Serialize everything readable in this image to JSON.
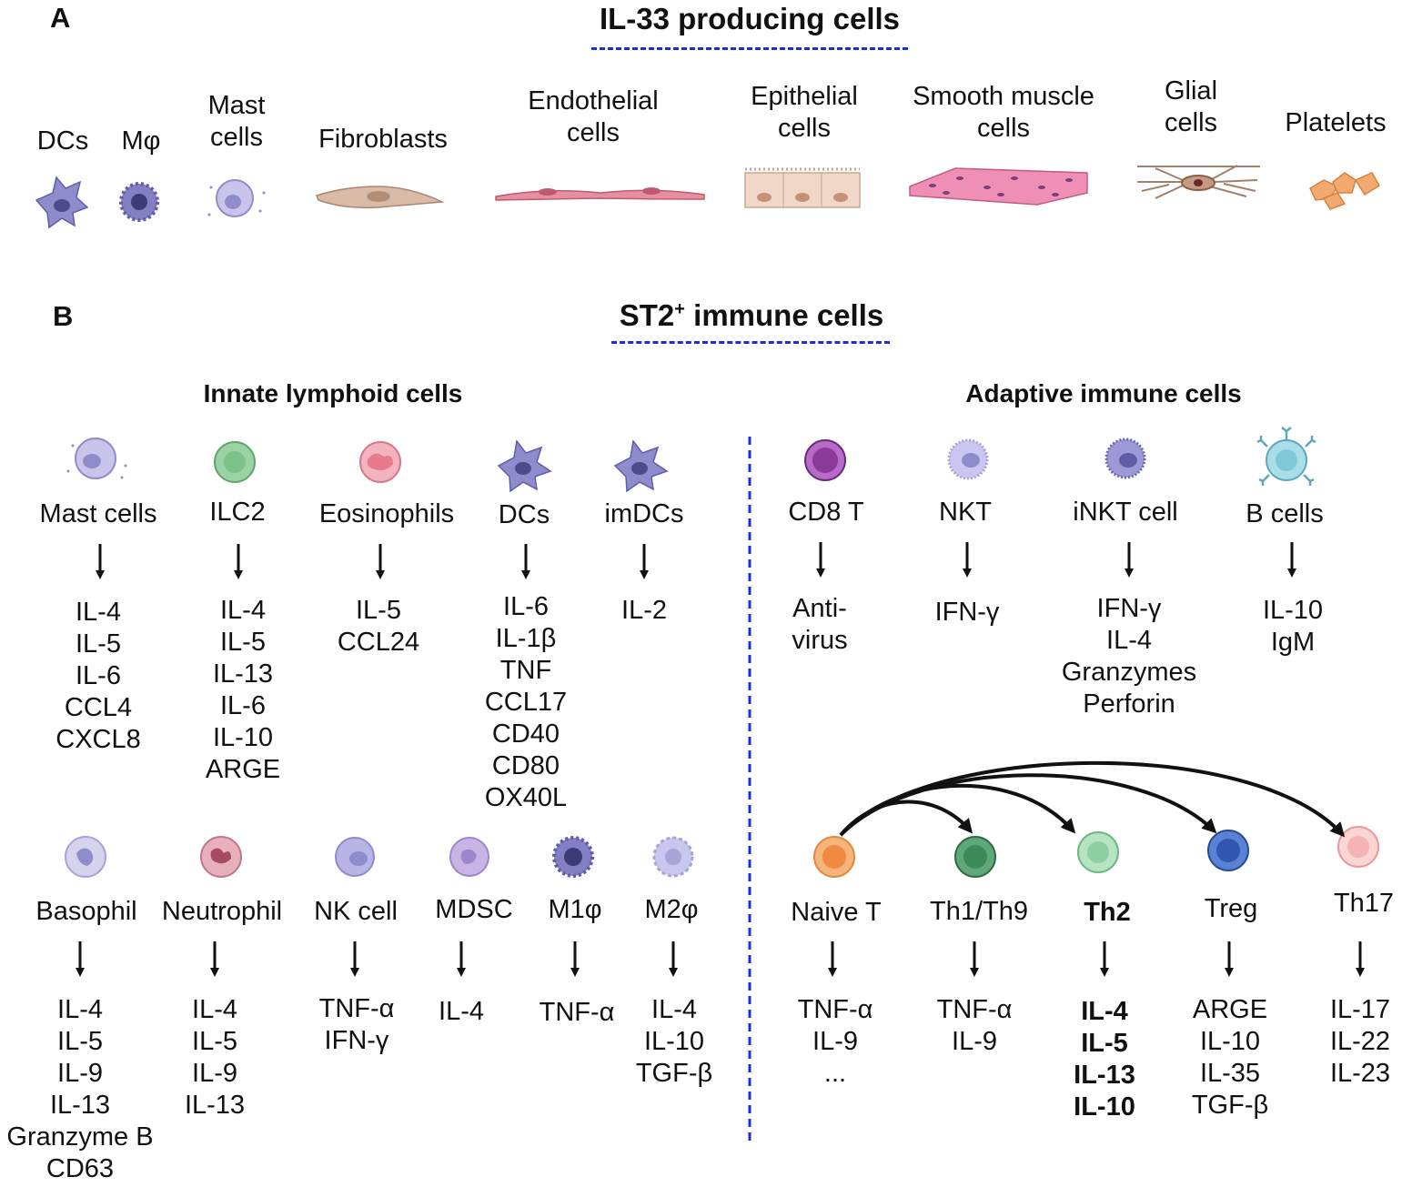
{
  "panel_a": {
    "letter": "A",
    "title": "IL-33 producing cells",
    "cells": [
      {
        "lines": [
          "DCs"
        ]
      },
      {
        "lines": [
          "Mφ"
        ]
      },
      {
        "lines": [
          "Mast",
          "cells"
        ]
      },
      {
        "lines": [
          "Fibroblasts"
        ]
      },
      {
        "lines": [
          "Endothelial",
          "cells"
        ]
      },
      {
        "lines": [
          "Epithelial",
          "cells"
        ]
      },
      {
        "lines": [
          "Smooth muscle",
          "cells"
        ]
      },
      {
        "lines": [
          "Glial",
          "cells"
        ]
      },
      {
        "lines": [
          "Platelets"
        ]
      }
    ]
  },
  "panel_b": {
    "letter": "B",
    "title_main": "ST2",
    "title_sup": "+",
    "title_rest": " immune cells",
    "innate_header": "Innate lymphoid cells",
    "adaptive_header": "Adaptive immune cells",
    "innate_row1": [
      {
        "name": "Mast cells",
        "products": [
          "IL-4",
          "IL-5",
          "IL-6",
          "CCL4",
          "CXCL8"
        ]
      },
      {
        "name": "ILC2",
        "products": [
          "IL-4",
          "IL-5",
          "IL-13",
          "IL-6",
          "IL-10",
          "ARGE"
        ]
      },
      {
        "name": "Eosinophils",
        "products": [
          "IL-5",
          "CCL24"
        ]
      },
      {
        "name": "DCs",
        "products": [
          "IL-6",
          "IL-1β",
          "TNF",
          "CCL17",
          "CD40",
          "CD80",
          "OX40L"
        ]
      },
      {
        "name": "imDCs",
        "products": [
          "IL-2"
        ]
      }
    ],
    "innate_row2": [
      {
        "name": "Basophil",
        "products": [
          "IL-4",
          "IL-5",
          "IL-9",
          "IL-13",
          "Granzyme B",
          "CD63"
        ]
      },
      {
        "name": "Neutrophil",
        "products": [
          "IL-4",
          "IL-5",
          "IL-9",
          "IL-13"
        ]
      },
      {
        "name": "NK cell",
        "products": [
          "TNF-α",
          "IFN-γ"
        ]
      },
      {
        "name": "MDSC",
        "products": [
          "IL-4"
        ]
      },
      {
        "name": "M1φ",
        "products": [
          "TNF-α"
        ]
      },
      {
        "name": "M2φ",
        "products": [
          "IL-4",
          "IL-10",
          "TGF-β"
        ]
      }
    ],
    "adaptive_row1": [
      {
        "name": "CD8 T",
        "products": [
          "Anti-",
          "virus"
        ]
      },
      {
        "name": "NKT",
        "products": [
          "IFN-γ"
        ]
      },
      {
        "name": "iNKT cell",
        "products": [
          "IFN-γ",
          "IL-4",
          "Granzymes",
          "Perforin"
        ]
      },
      {
        "name": "B cells",
        "products": [
          "IL-10",
          "IgM"
        ]
      }
    ],
    "adaptive_row2": [
      {
        "name": "Naive T",
        "products": [
          "TNF-α",
          "IL-9",
          "..."
        ]
      },
      {
        "name": "Th1/Th9",
        "products": [
          "TNF-α",
          "IL-9"
        ]
      },
      {
        "name": "Th2",
        "products": [
          "IL-4",
          "IL-5",
          "IL-13",
          "IL-10"
        ]
      },
      {
        "name": "Treg",
        "products": [
          "ARGE",
          "IL-10",
          "IL-35",
          "TGF-β"
        ]
      },
      {
        "name": "Th17",
        "products": [
          "IL-17",
          "IL-22",
          "IL-23"
        ]
      }
    ]
  },
  "colors": {
    "divider": "#1b2fd6",
    "myeloid": "#8f8ccc",
    "ilc2": "#7cc28a",
    "eosinophil": "#e88a98",
    "cd8": "#8a3a9a",
    "naive_t": "#f0a060",
    "th1": "#3f8a5a",
    "th2": "#8fd0a2",
    "treg": "#3a62b8",
    "th17": "#f4b4b4",
    "b_cell": "#7fc8d8",
    "fibroblast": "#d9bba8",
    "endothelial": "#e58fa0",
    "epithelial": "#f0d7c7",
    "smooth_muscle": "#ef8fb6",
    "glial": "#c49a84",
    "platelet": "#f3aa70"
  }
}
